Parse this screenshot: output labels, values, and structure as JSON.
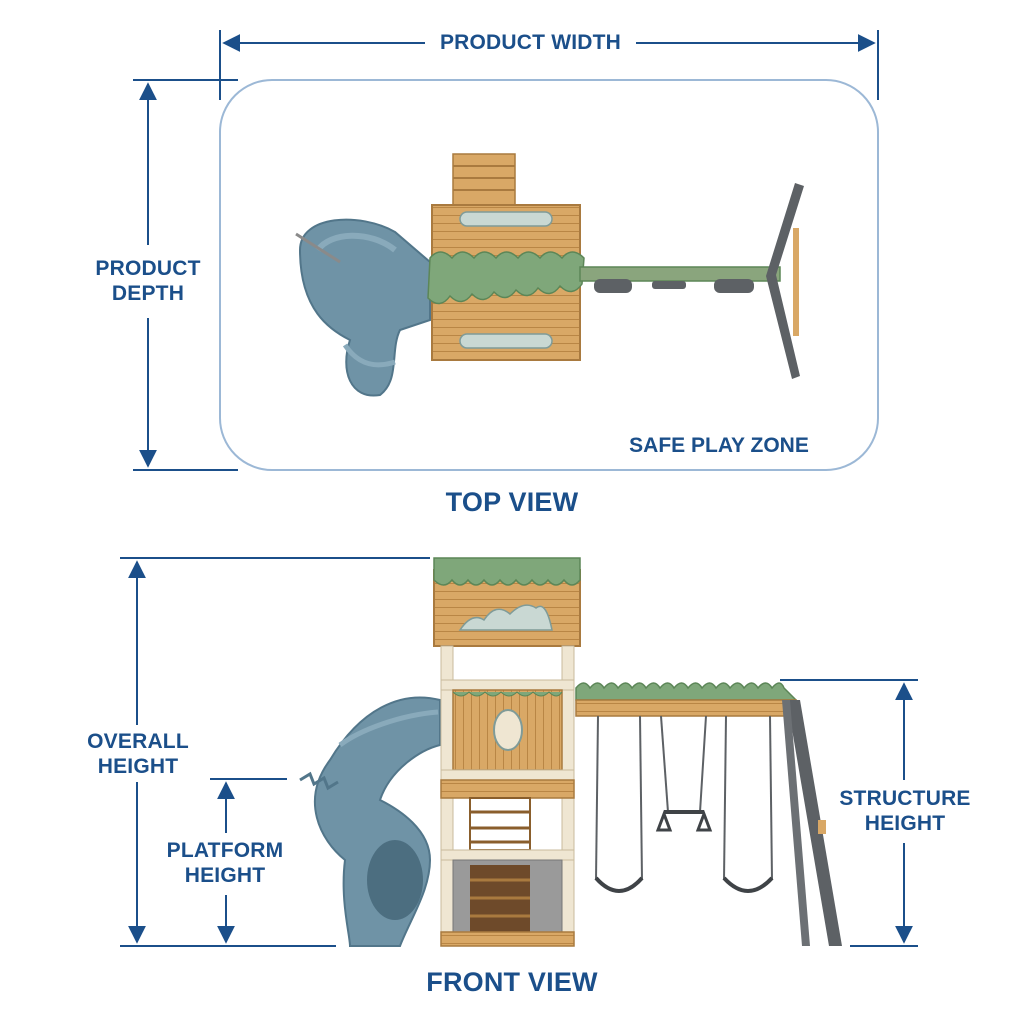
{
  "top_view": {
    "title": "TOP VIEW",
    "width_label": "PRODUCT WIDTH",
    "depth_label": [
      "PRODUCT",
      "DEPTH"
    ],
    "zone_label": "SAFE PLAY ZONE"
  },
  "front_view": {
    "title": "FRONT VIEW",
    "overall_height_label": [
      "OVERALL",
      "HEIGHT"
    ],
    "platform_height_label": [
      "PLATFORM",
      "HEIGHT"
    ],
    "structure_height_label": [
      "STRUCTURE",
      "HEIGHT"
    ]
  },
  "colors": {
    "dimension_blue": "#1b4f8a",
    "zone_outline": "#9cb8d6",
    "wood": "#d9a866",
    "slide": "#6f93a6",
    "leaf": "#7fa77a",
    "post_gray": "#5d6165",
    "trim_cream": "#efe6d2"
  }
}
